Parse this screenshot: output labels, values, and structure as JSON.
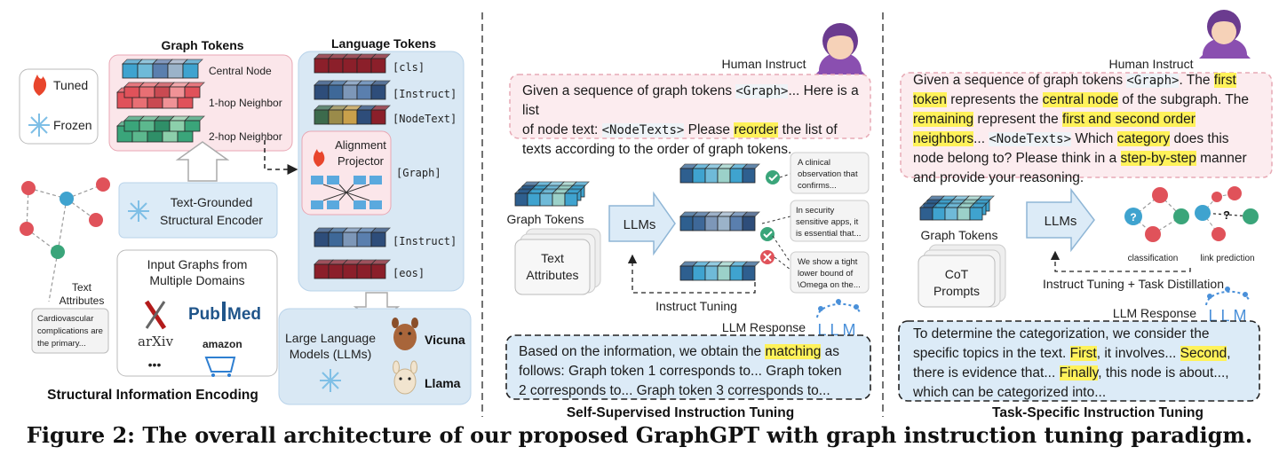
{
  "caption": "Figure 2: The overall architecture of our proposed GraphGPT with graph instruction tuning paradigm.",
  "panel1": {
    "title": "Structural Information Encoding",
    "legend": {
      "tuned": "Tuned",
      "frozen": "Frozen"
    },
    "graph_tokens_title": "Graph Tokens",
    "graph_token_rows": [
      "Central Node",
      "1-hop Neighbor",
      "2-hop Neighbor"
    ],
    "encoder_label_1": "Text-Grounded",
    "encoder_label_2": "Structural Encoder",
    "text_attributes_1": "Text",
    "text_attributes_2": "Attributes",
    "text_attr_box_1": "Cardiovascular",
    "text_attr_box_2": "complications are",
    "text_attr_box_3": "the primary...",
    "input_graphs_1": "Input Graphs from",
    "input_graphs_2": "Multiple Domains",
    "logo_arxiv": "arXiv",
    "logo_pubmed_1": "Pub",
    "logo_pubmed_2": "Med",
    "logo_amazon": "amazon",
    "ellipsis": "•••",
    "language_tokens_title": "Language Tokens",
    "language_token_labels": [
      "[cls]",
      "[Instruct]",
      "[NodeText]",
      "[Graph]",
      "[Instruct]",
      "[eos]"
    ],
    "projector_1": "Alignment",
    "projector_2": "Projector",
    "llm_1": "Large Language",
    "llm_2": "Models (LLMs)",
    "vicuna": "Vicuna",
    "llama": "Llama"
  },
  "panel2": {
    "title": "Self-Supervised Instruction Tuning",
    "human_instruct": "Human Instruct",
    "instruction_lines": [
      [
        "Given a sequence of graph tokens ",
        "<Graph>",
        "... Here is a list"
      ],
      [
        "of node text: ",
        "<NodeTexts>",
        " Please ",
        "reorder",
        " the list of"
      ],
      [
        "texts according to the order of graph tokens."
      ]
    ],
    "graph_tokens": "Graph Tokens",
    "text_attributes_1": "Text",
    "text_attributes_2": "Attributes",
    "llms": "LLMs",
    "instruct_tuning": "Instruct Tuning",
    "bubbles": [
      [
        "A clinical",
        "observation that",
        "confirms..."
      ],
      [
        "In security",
        "sensitive apps, it",
        "is essential that..."
      ],
      [
        "We show a tight",
        "lower bound of",
        "\\Omega on the..."
      ]
    ],
    "llm_response": "LLM Response",
    "llm_logo": "LLM",
    "response_lines": [
      [
        "Based on the information, we obtain the ",
        "matching",
        " as"
      ],
      [
        "follows: Graph token 1 corresponds to... Graph token"
      ],
      [
        "2 corresponds to... Graph token 3 corresponds to..."
      ]
    ]
  },
  "panel3": {
    "title": "Task-Specific Instruction Tuning",
    "human_instruct": "Human Instruct",
    "instruction_lines": [
      [
        "Given a sequence of graph tokens ",
        "<Graph>",
        ". The ",
        "first"
      ],
      [
        "token",
        " represents the ",
        "central node",
        " of the subgraph. The"
      ],
      [
        "remaining",
        " represent the ",
        "first and second order"
      ],
      [
        "neighbors",
        "... ",
        "<NodeTexts>",
        " Which ",
        "category",
        " does this"
      ],
      [
        "node belong to? Please think in a ",
        "step-by-step",
        " manner"
      ],
      [
        "and provide your reasoning."
      ]
    ],
    "graph_tokens": "Graph Tokens",
    "cot_1": "CoT",
    "cot_2": "Prompts",
    "llms": "LLMs",
    "classification": "classification",
    "link_prediction": "link prediction",
    "tuning_label": "Instruct Tuning + Task Distillation",
    "llm_response": "LLM Response",
    "llm_logo": "LLM",
    "response_lines": [
      [
        "To  determine the categorization, we consider the"
      ],
      [
        "specific topics in the text. ",
        "First",
        ", it involves... ",
        "Second",
        ","
      ],
      [
        "there is evidence that... ",
        "Finally",
        ", this node is about...,"
      ],
      [
        "which can be categorized into..."
      ]
    ]
  }
}
